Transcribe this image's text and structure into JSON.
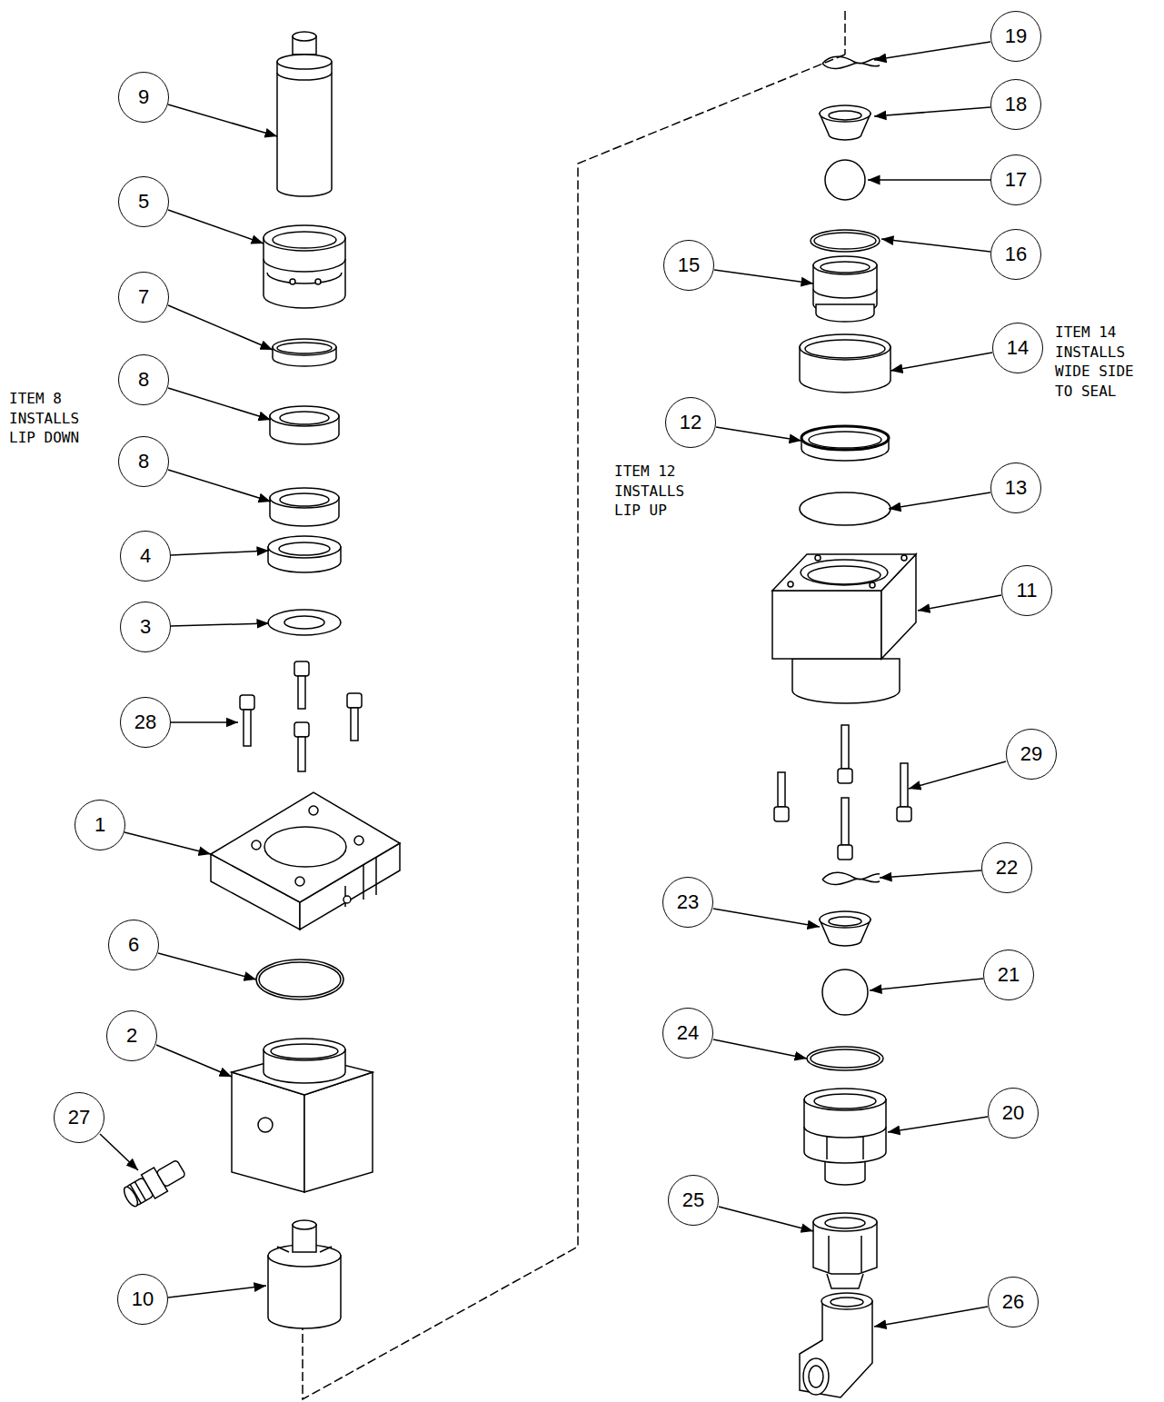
{
  "diagram": {
    "nodes": [
      {
        "text": [
          "9"
        ]
      },
      {
        "text": [
          "5"
        ]
      },
      {
        "text": [
          "7"
        ]
      },
      {
        "text": [
          "8"
        ]
      },
      {
        "text": [
          "8"
        ]
      },
      {
        "text": [
          "4"
        ]
      },
      {
        "text": [
          "3"
        ]
      },
      {
        "text": [
          "28"
        ]
      },
      {
        "text": [
          "1"
        ]
      },
      {
        "text": [
          "6"
        ]
      },
      {
        "text": [
          "2"
        ]
      },
      {
        "text": [
          "27"
        ]
      },
      {
        "text": [
          "10"
        ]
      },
      {
        "text": [
          "19"
        ]
      },
      {
        "text": [
          "18"
        ]
      },
      {
        "text": [
          "17"
        ]
      },
      {
        "text": [
          "16"
        ]
      },
      {
        "text": [
          "15"
        ]
      },
      {
        "text": [
          "14"
        ]
      },
      {
        "text": [
          "12"
        ]
      },
      {
        "text": [
          "13"
        ]
      },
      {
        "text": [
          "11"
        ]
      },
      {
        "text": [
          "29"
        ]
      },
      {
        "text": [
          "22"
        ]
      },
      {
        "text": [
          "23"
        ]
      },
      {
        "text": [
          "21"
        ]
      },
      {
        "text": [
          "24"
        ]
      },
      {
        "text": [
          "20"
        ]
      },
      {
        "text": [
          "25"
        ]
      },
      {
        "text": [
          "26"
        ]
      }
    ],
    "labels": [
      "ITEM 8 INSTALLS LIP DOWN",
      "ITEM 12 INSTALLS LIP UP",
      "ITEM 14 INSTALLS WIDE SIDE TO SEAL"
    ]
  }
}
